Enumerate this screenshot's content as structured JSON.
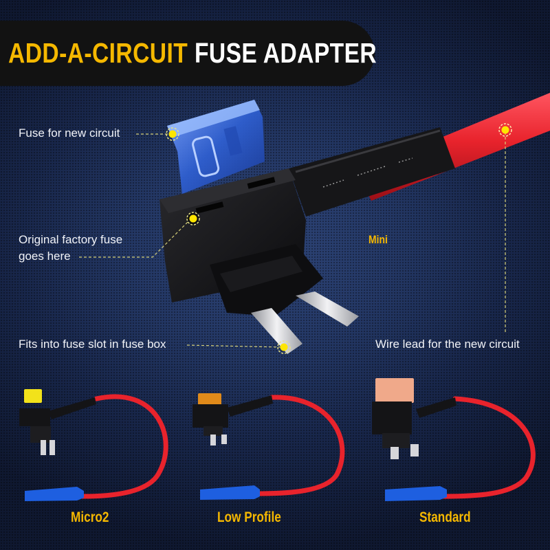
{
  "title": {
    "accent": "ADD-A-CIRCUIT",
    "main": "FUSE ADAPTER"
  },
  "callouts": {
    "fuse_new_circuit": "Fuse for new circuit",
    "original_fuse_line1": "Original factory fuse",
    "original_fuse_line2": "goes here",
    "fits_slot": "Fits into fuse slot in fuse box",
    "wire_lead": "Wire lead for the new circuit"
  },
  "main_product": {
    "type_label": "Mini",
    "fuse_color": "#2f5fd0"
  },
  "variants": [
    {
      "label": "Micro2",
      "fuse_color": "#f2e21a"
    },
    {
      "label": "Low Profile",
      "fuse_color": "#e08a1a"
    },
    {
      "label": "Standard",
      "fuse_color": "#f0a98a"
    }
  ],
  "colors": {
    "accent": "#f5b800",
    "wire_red": "#e8232c",
    "connector_blue": "#1e5fe0",
    "callout_dot": "#ffe600",
    "background": "#233764"
  }
}
